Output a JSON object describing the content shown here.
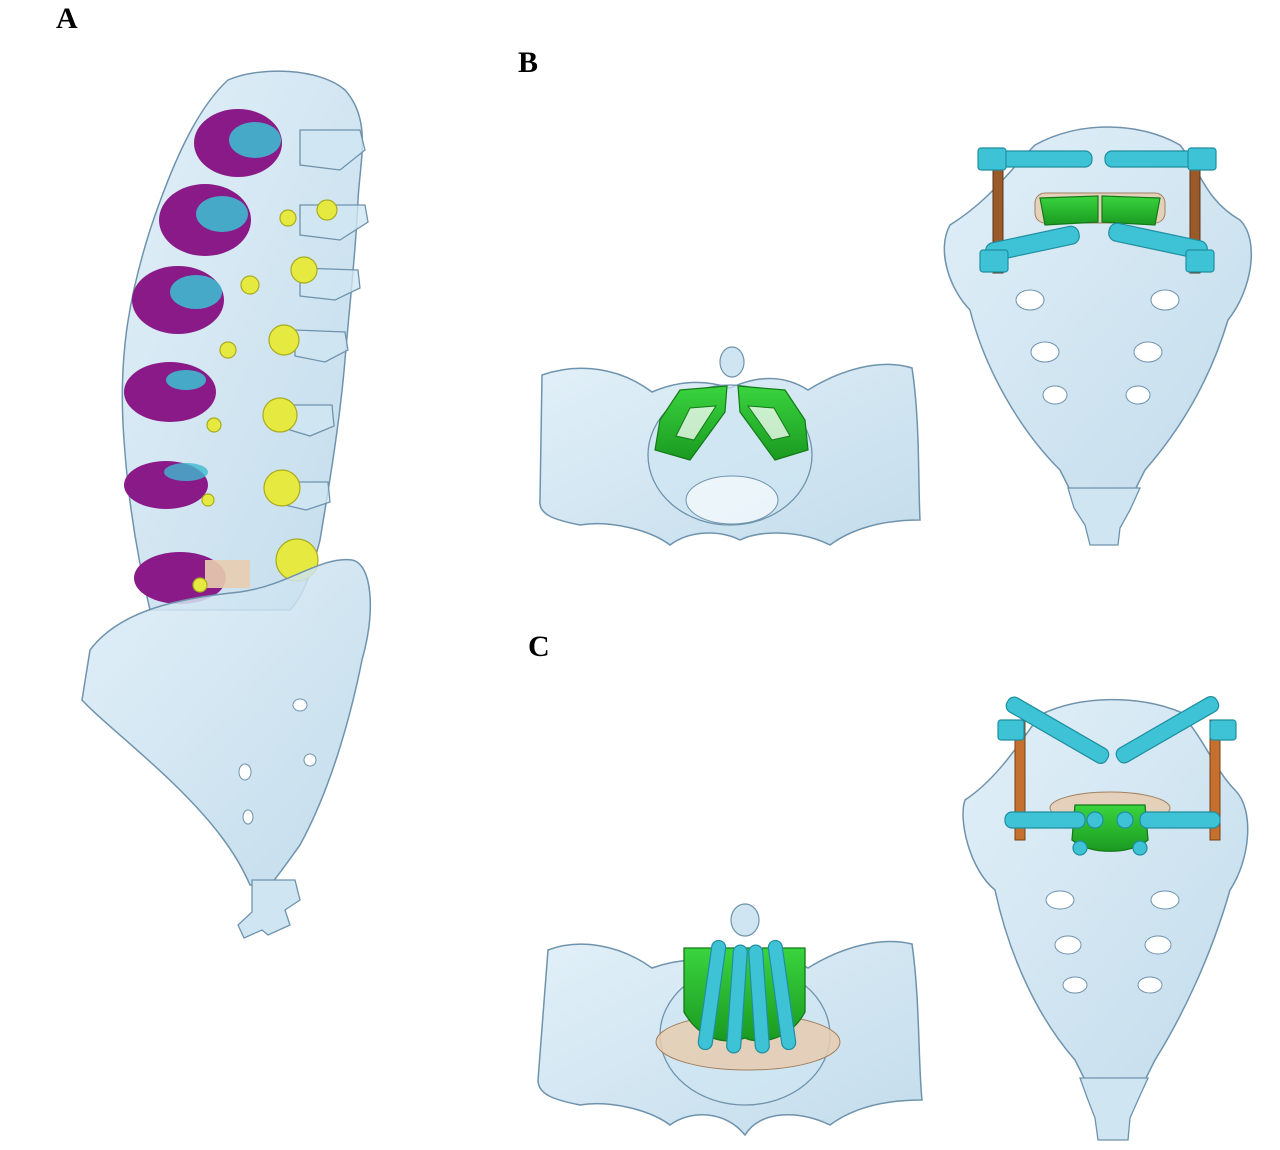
{
  "figure": {
    "panels": [
      {
        "label": "A"
      },
      {
        "label": "B"
      },
      {
        "label": "C"
      }
    ]
  },
  "colors": {
    "bone_fill": "#cfe6f2",
    "bone_stroke": "#6f93ad",
    "disc_purple": "#8a1a88",
    "disc_core_cyan": "#3fb9cf",
    "facet_yellow": "#e6ea40",
    "cage_green": "#23b52a",
    "rod_cyan": "#3ec2d6",
    "rod_brown": "#9a5a2a",
    "endplate_tan": "#e8cdb0"
  }
}
